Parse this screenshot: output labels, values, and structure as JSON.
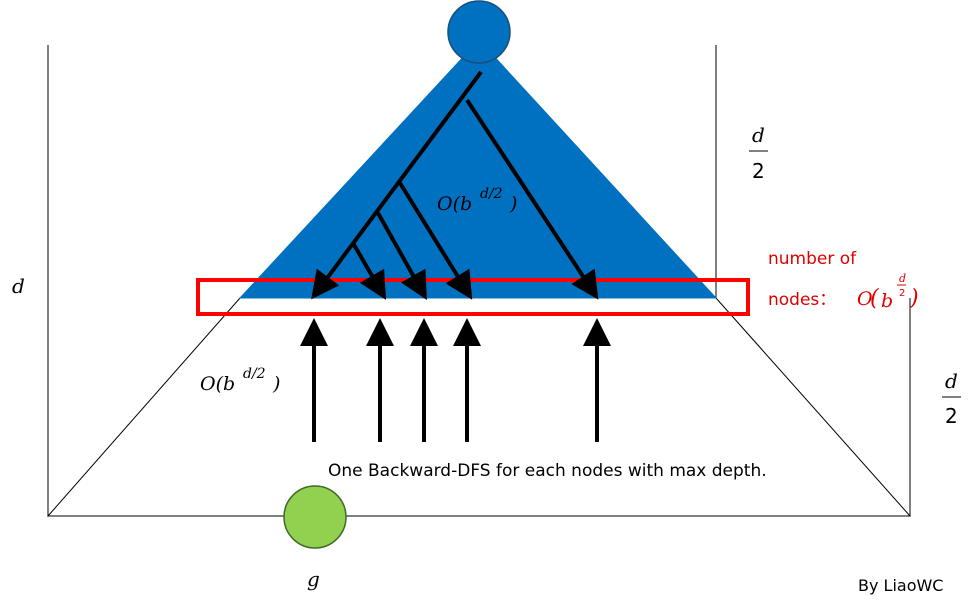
{
  "depth_label": "d",
  "half_depth_top": {
    "num": "d",
    "den": "2"
  },
  "half_depth_bottom": {
    "num": "d",
    "den": "2"
  },
  "complexity_top": {
    "o": "O(b",
    "exp": "d/2",
    "close": ")"
  },
  "complexity_left": {
    "o": "O(b",
    "exp": "d/2",
    "close": ")"
  },
  "nodes_label_line1": "number of",
  "nodes_label_line2": "nodes：",
  "nodes_complexity": {
    "o": "O",
    "paren_open": "(",
    "b": "b",
    "exp_num": "d",
    "exp_den": "2",
    "paren_close": ")"
  },
  "caption": "One Backward-DFS for each nodes with max depth.",
  "goal_label": "g",
  "credit": "By LiaoWC",
  "colors": {
    "forward_tree": "#0070c0",
    "start_node": "#0070c0",
    "goal_node": "#92d050",
    "frontier_box": "#ff0000",
    "label_red": "#e00000"
  }
}
